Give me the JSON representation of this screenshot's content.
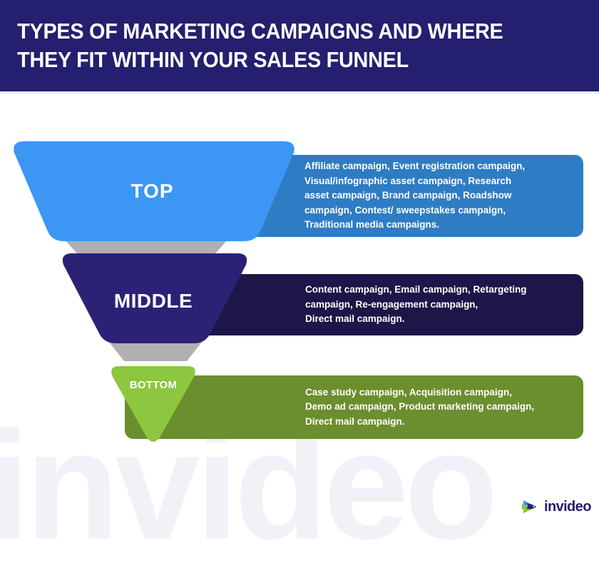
{
  "header": {
    "title": "TYPES OF MARKETING CAMPAIGNS AND WHERE\nTHEY FIT WITHIN YOUR SALES FUNNEL"
  },
  "watermark": {
    "text": "invideo"
  },
  "funnel": {
    "stages": [
      {
        "label": "TOP",
        "shape_color": "#3b97f3",
        "panel_color": "#2e7cc4",
        "campaigns": "Affiliate campaign, Event registration campaign,\nVisual/infographic asset campaign, Research\nasset campaign, Brand campaign, Roadshow\ncampaign, Contest/ sweepstakes campaign,\nTraditional media campaigns."
      },
      {
        "label": "MIDDLE",
        "shape_color": "#2b2277",
        "panel_color": "#1c1748",
        "campaigns": "Content campaign, Email campaign, Retargeting\ncampaign, Re-engagement campaign,\nDirect mail campaign."
      },
      {
        "label": "BOTTOM",
        "shape_color": "#8dc63f",
        "panel_color": "#6b8e2e",
        "campaigns": "Case study campaign, Acquisition campaign,\nDemo ad campaign, Product marketing campaign,\nDirect mail campaign."
      }
    ],
    "connector_color": "#b0b0b0"
  },
  "logo": {
    "wordmark": "invideo",
    "mark_blue": "#3b97f3",
    "mark_green": "#8dc63f",
    "mark_navy": "#241f6e"
  },
  "colors": {
    "header_bg": "#241f6e",
    "page_bg": "#ffffff",
    "watermark": "#f1f2f7",
    "divider": "#e8e8ef"
  }
}
